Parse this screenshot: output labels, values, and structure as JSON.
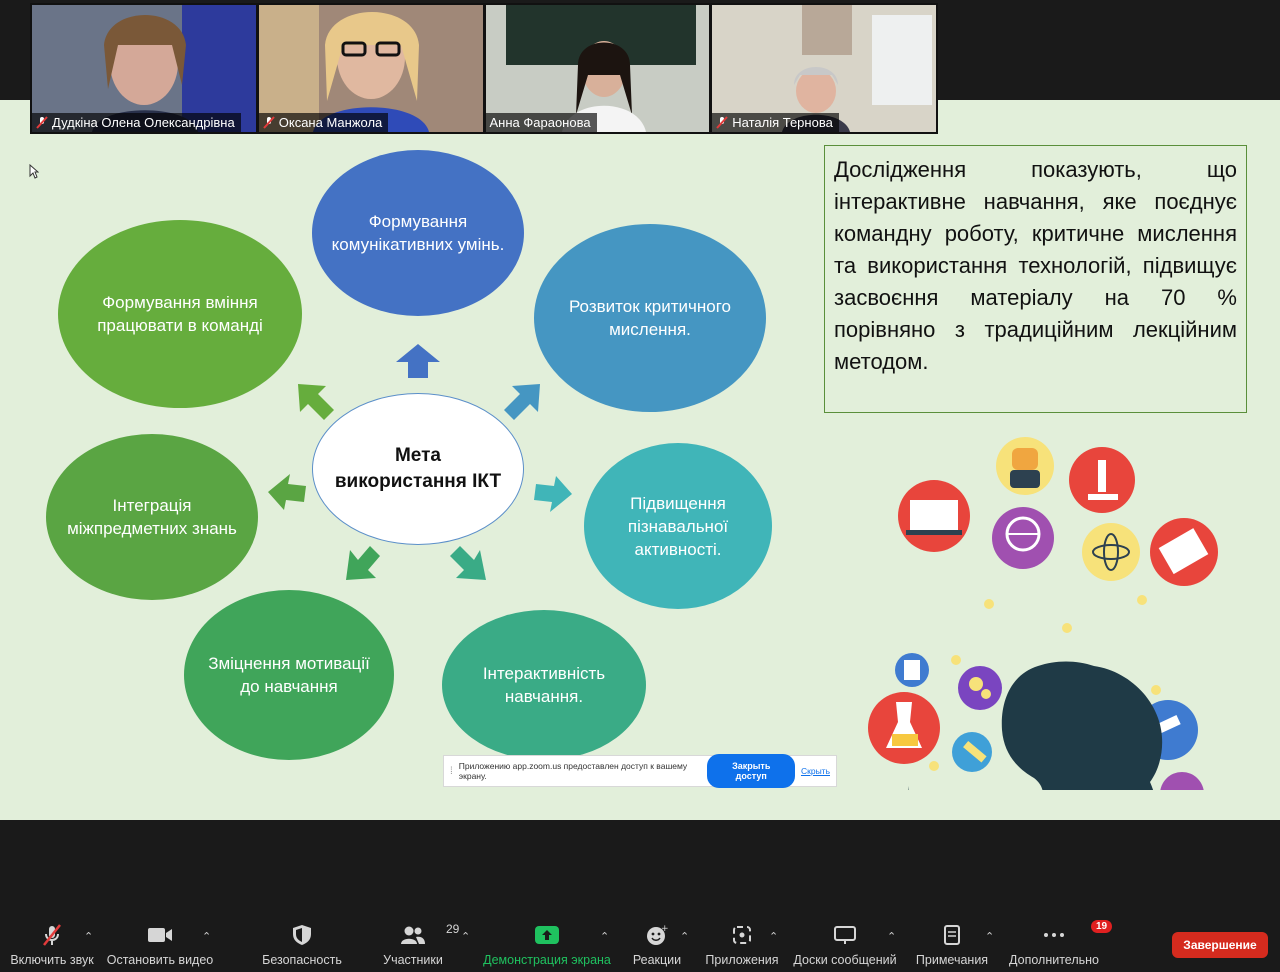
{
  "participants": [
    {
      "name": "Дудкіна Олена Олександрівна",
      "muted": true,
      "bg": "#4a5468"
    },
    {
      "name": "Оксана Манжола",
      "muted": true,
      "bg": "#8b6a5a"
    },
    {
      "name": "Анна Фараонова",
      "muted": false,
      "bg": "#2c3a34"
    },
    {
      "name": "Наталія Тернова",
      "muted": true,
      "bg": "#c8c2b6"
    }
  ],
  "slide": {
    "center": "Мета використання ІКТ",
    "nodes": [
      {
        "id": "communicative",
        "label": "Формування комунікативних умінь.",
        "color": "#4472c4"
      },
      {
        "id": "critical",
        "label": "Розвиток критичного мислення.",
        "color": "#4596c2"
      },
      {
        "id": "cognitive",
        "label": "Підвищення пізнавальної активності.",
        "color": "#40b5b8"
      },
      {
        "id": "interactive",
        "label": "Інтерактивність навчання.",
        "color": "#3aab86"
      },
      {
        "id": "motivation",
        "label": "Зміцнення мотивації до навчання",
        "color": "#40a55a"
      },
      {
        "id": "integration",
        "label": "Інтеграція міжпредметних знань",
        "color": "#5aa543"
      },
      {
        "id": "teamwork",
        "label": "Формування вміння працювати в команді",
        "color": "#66ad3d"
      }
    ],
    "research_text": "Дослідження показують, що інтерактивне навчання, яке поєднує командну роботу, критичне мислення та використання технологій, підвищує засвоєння матеріалу на 70 % порівняно з традиційним лекційним методом."
  },
  "share_notice": {
    "text": "Приложению app.zoom.us предоставлен доступ к вашему экрану.",
    "stop_label": "Закрыть доступ",
    "hide_label": "Скрыть"
  },
  "toolbar": {
    "unmute": "Включить звук",
    "stop_video": "Остановить видео",
    "security": "Безопасность",
    "participants": "Участники",
    "participants_count": "29",
    "share": "Демонстрация экрана",
    "reactions": "Реакции",
    "apps": "Приложения",
    "whiteboards": "Доски сообщений",
    "notes": "Примечания",
    "more": "Дополнительно",
    "more_badge": "19",
    "end": "Завершение"
  },
  "colors": {
    "accent_green": "#1fc15f",
    "end_red": "#d52b1e",
    "slide_bg": "#e2efda"
  }
}
